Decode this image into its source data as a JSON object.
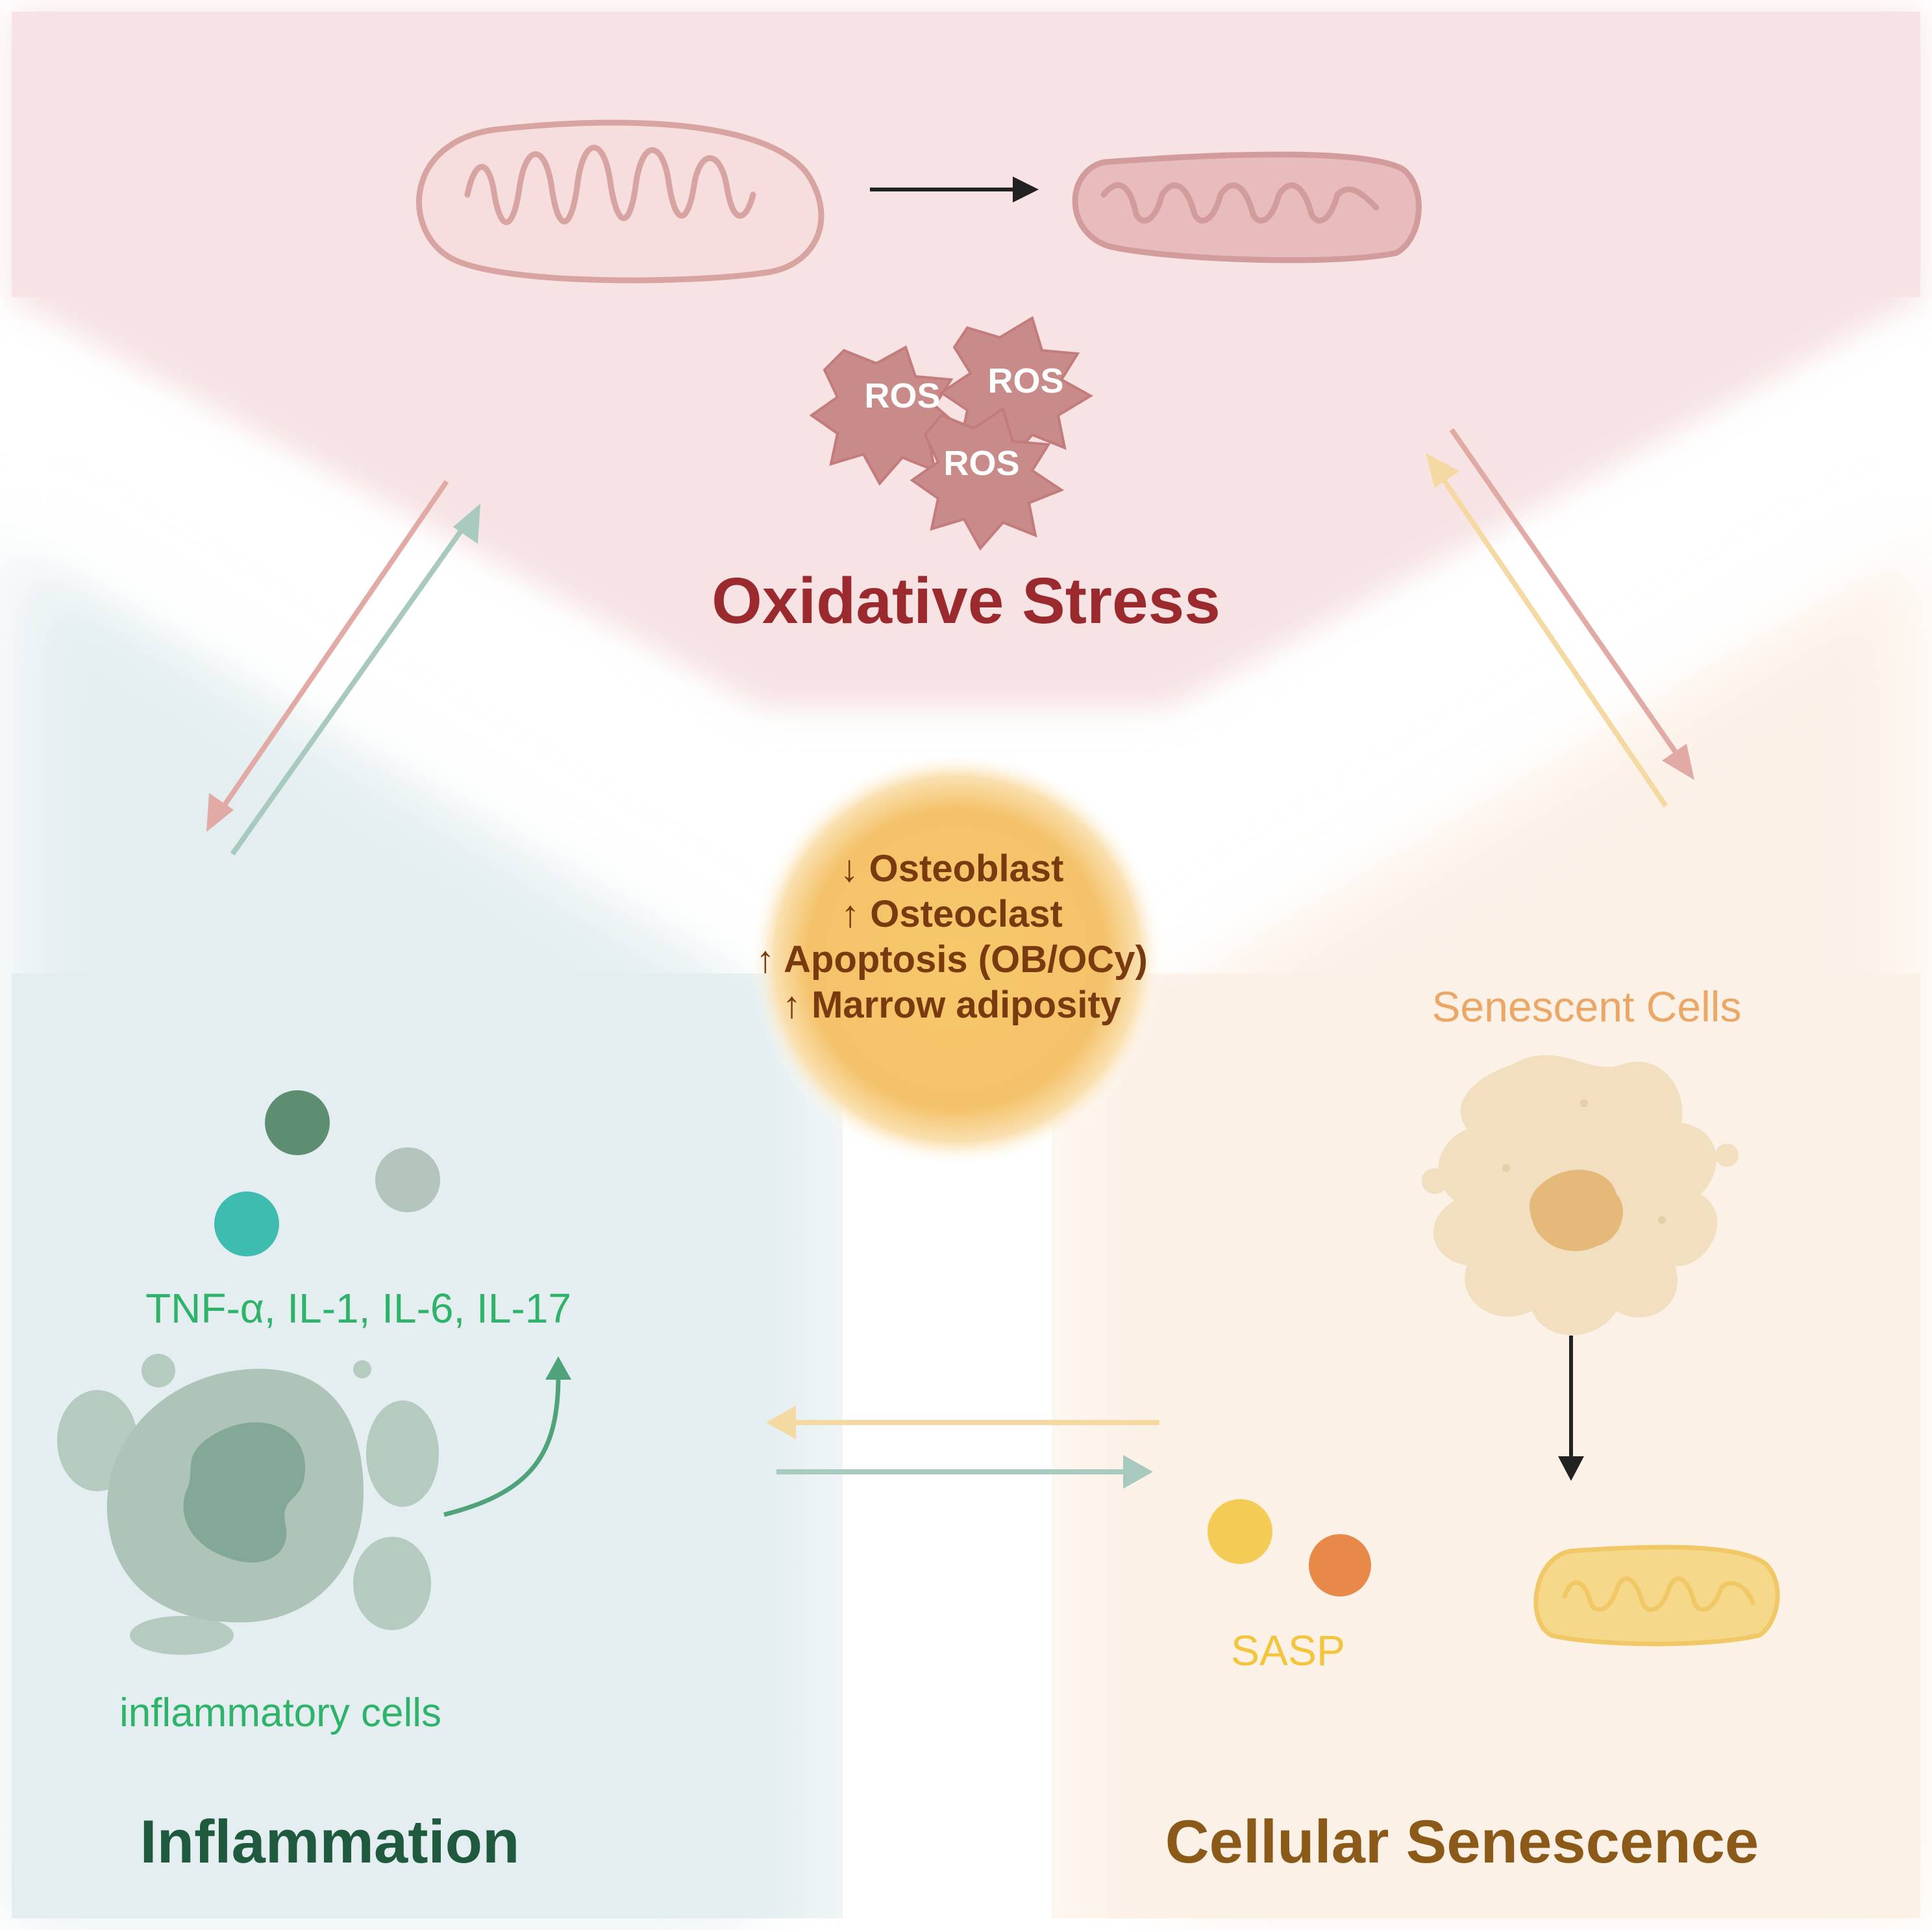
{
  "ros": {
    "labels": [
      "ROS",
      "ROS",
      "ROS"
    ]
  },
  "oxidative_stress": {
    "title": "Oxidative Stress"
  },
  "bone_effects": {
    "lines": [
      "↓ Osteoblast",
      "↑ Osteoclast",
      "↑ Apoptosis (OB/OCy)",
      "↑ Marrow adiposity"
    ]
  },
  "inflammation": {
    "title": "Inflammation",
    "cytokines": "TNF-α, IL-1, IL-6, IL-17",
    "cells_label": "inflammatory cells"
  },
  "senescence": {
    "title": "Cellular Senescence",
    "cells_label": "Senescent Cells",
    "sasp_label": "SASP"
  },
  "colors": {
    "oxidative_bg": "#f7e3e3",
    "inflammation_bg": "#e4eef0",
    "senescence_bg": "#fcf1e7",
    "oxidative_title": "#9b2a2e",
    "inflammation_title": "#1f5a3e",
    "senescence_title": "#8b5a19",
    "cytokine_text": "#2fb36a",
    "senescent_text": "#eaa766",
    "sasp_text": "#f2c53d",
    "center_text": "#7a3a10"
  }
}
